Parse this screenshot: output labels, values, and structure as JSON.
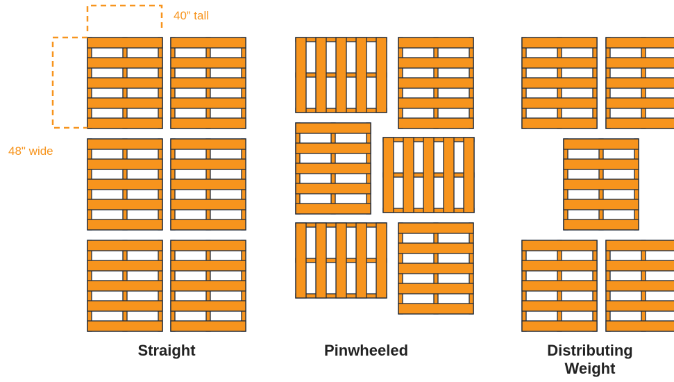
{
  "colors": {
    "pallet_fill": "#f7941d",
    "pallet_stroke": "#1e2a3a",
    "dimension": "#f7941d",
    "caption": "#222222"
  },
  "dimensions": {
    "tall_label": "40” tall",
    "wide_label": "48\" wide"
  },
  "captions": {
    "straight": "Straight",
    "pinwheeled": "Pinwheeled",
    "distributing_line1": "Distributing",
    "distributing_line2": "Weight"
  },
  "patterns": [
    {
      "name": "Straight",
      "orientations": [
        "H",
        "H",
        "H",
        "H",
        "H",
        "H"
      ]
    },
    {
      "name": "Pinwheeled",
      "orientations": [
        "V",
        "H",
        "H",
        "V",
        "V",
        "H"
      ]
    },
    {
      "name": "Distributing Weight",
      "orientations": [
        "H",
        "H",
        "H",
        "H",
        "H"
      ]
    }
  ]
}
